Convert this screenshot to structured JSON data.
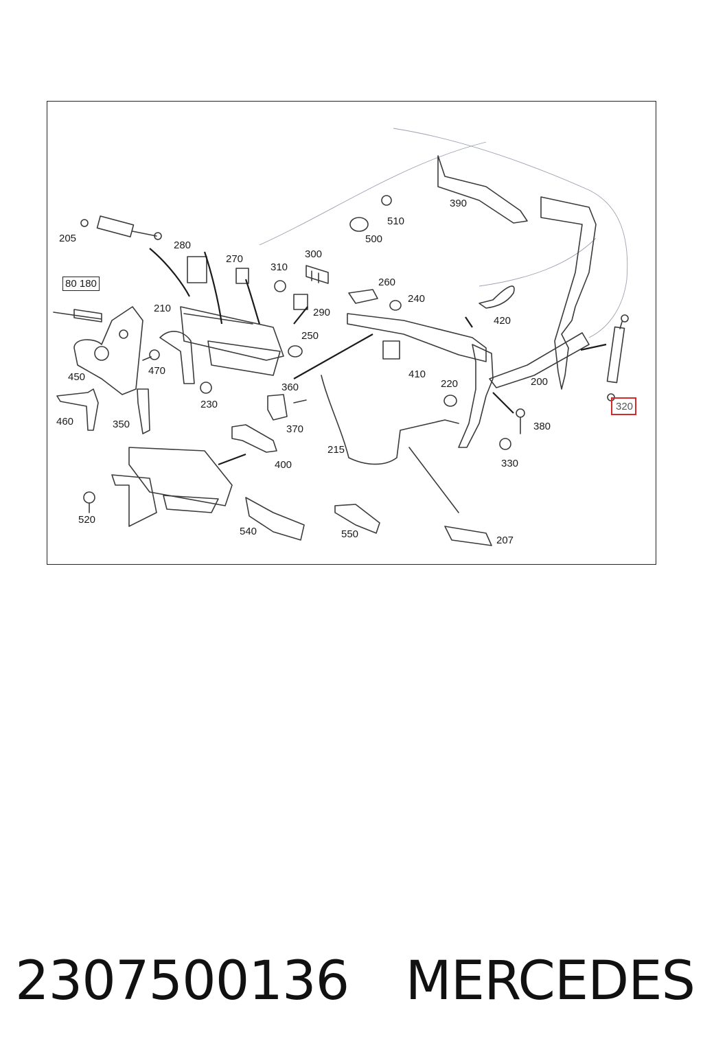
{
  "diagram": {
    "highlighted_part": "320",
    "labels": {
      "205": "205",
      "280": "280",
      "270": "270",
      "300": "300",
      "310": "310",
      "80_180": "80 180",
      "210": "210",
      "290": "290",
      "250": "250",
      "450": "450",
      "470": "470",
      "360": "360",
      "230": "230",
      "460": "460",
      "350": "350",
      "370": "370",
      "400": "400",
      "520": "520",
      "540": "540",
      "550": "550",
      "510": "510",
      "500": "500",
      "390": "390",
      "260": "260",
      "240": "240",
      "420": "420",
      "410": "410",
      "220": "220",
      "200": "200",
      "320": "320",
      "380": "380",
      "215": "215",
      "330": "330",
      "207": "207"
    }
  },
  "caption": {
    "part_number": "2307500136",
    "brand": "MERCEDES"
  },
  "colors": {
    "highlight": "#d42a2a",
    "line": "#3a3a3a",
    "outline": "#9aa0b0"
  }
}
